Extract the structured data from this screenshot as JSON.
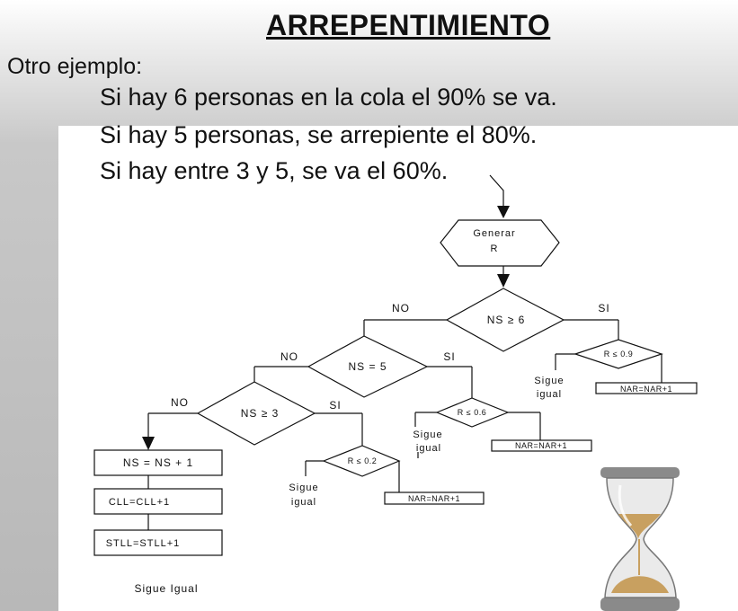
{
  "title": "ARREPENTIMIENTO",
  "intro": "Otro ejemplo:",
  "rules": [
    "Si hay 6 personas en la cola el 90% se va.",
    "Si hay 5 personas, se arrepiente el 80%.",
    "Si hay entre 3 y 5, se va el 60%."
  ],
  "flowchart": {
    "start": {
      "line1": "Generar",
      "line2": "R"
    },
    "decision_ns6": "NS ≥ 6",
    "decision_ns5": "NS = 5",
    "decision_ns3": "NS ≥ 3",
    "decision_r09": "R ≤ 0.9",
    "decision_r06": "R ≤ 0.6",
    "decision_r02": "R ≤ 0.2",
    "label_no": "NO",
    "label_si": "SI",
    "box_nar": "NAR=NAR+1",
    "box_ns": "NS = NS + 1",
    "box_cll": "CLL=CLL+1",
    "box_stll": "STLL=STLL+1",
    "sigue_line1": "Sigue",
    "sigue_line2": "igual",
    "sigue_igual": "Sigue Igual"
  },
  "colors": {
    "line": "#111111",
    "sand": "#c8a060"
  },
  "icons": [
    "hourglass-icon"
  ]
}
